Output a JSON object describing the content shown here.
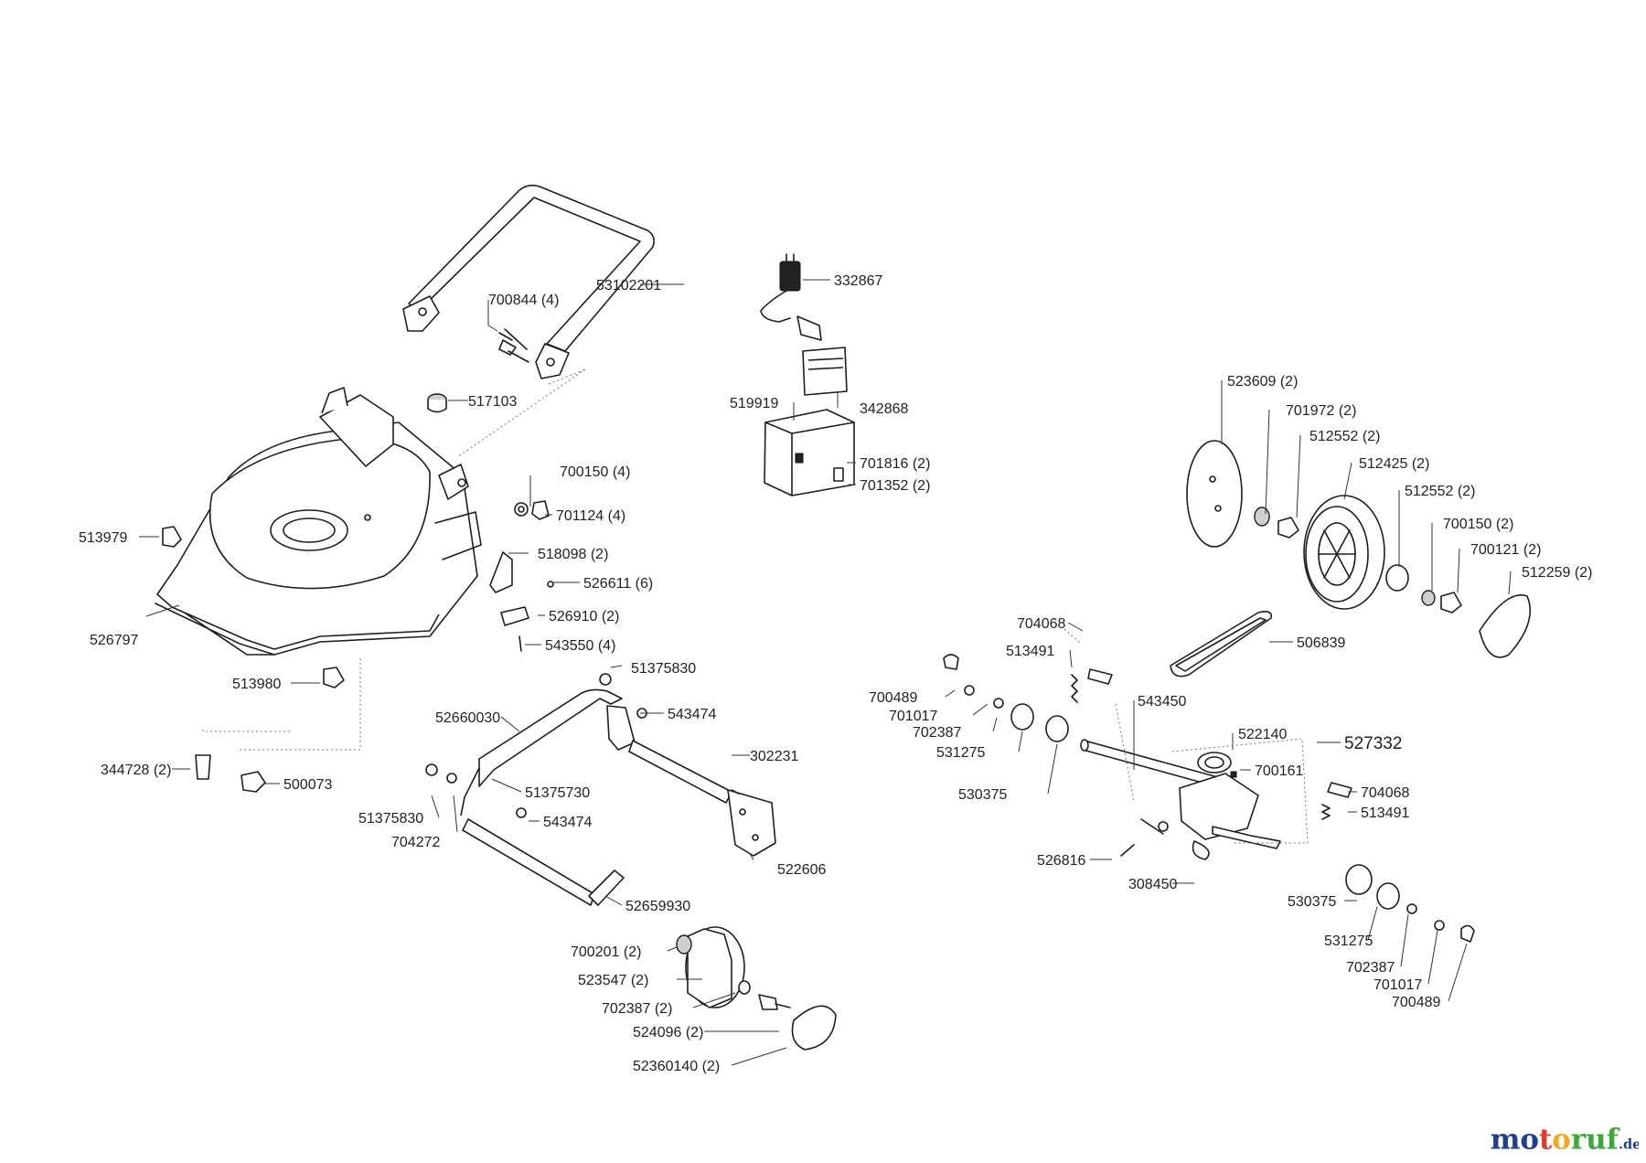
{
  "watermark": {
    "text": "motoruf",
    "suffix": ".de",
    "colors": [
      "#1c3f94",
      "#e23b2e",
      "#f5a623",
      "#3aa935"
    ]
  },
  "assembly_id": "527332",
  "labels": [
    "53102201",
    "700844 (4)",
    "332867",
    "342868",
    "519919",
    "701816 (2)",
    "701352 (2)",
    "517103",
    "700150 (4)",
    "701124 (4)",
    "513979",
    "518098 (2)",
    "526611 (6)",
    "526910 (2)",
    "543550 (4)",
    "526797",
    "513980",
    "344728 (2)",
    "500073",
    "51375830",
    "543474",
    "52660030",
    "302231",
    "51375730",
    "51375830",
    "543474",
    "704272",
    "522606",
    "52659930",
    "700201 (2)",
    "523547 (2)",
    "702387 (2)",
    "524096 (2)",
    "52360140 (2)",
    "523609 (2)",
    "701972 (2)",
    "512552 (2)",
    "512425 (2)",
    "512552 (2)",
    "700150 (2)",
    "700121 (2)",
    "512259 (2)",
    "704068",
    "513491",
    "506839",
    "700489",
    "701017",
    "702387",
    "543450",
    "531275",
    "522140",
    "700161",
    "530375",
    "704068",
    "513491",
    "526816",
    "308450",
    "530375",
    "531275",
    "702387",
    "701017",
    "700489"
  ]
}
